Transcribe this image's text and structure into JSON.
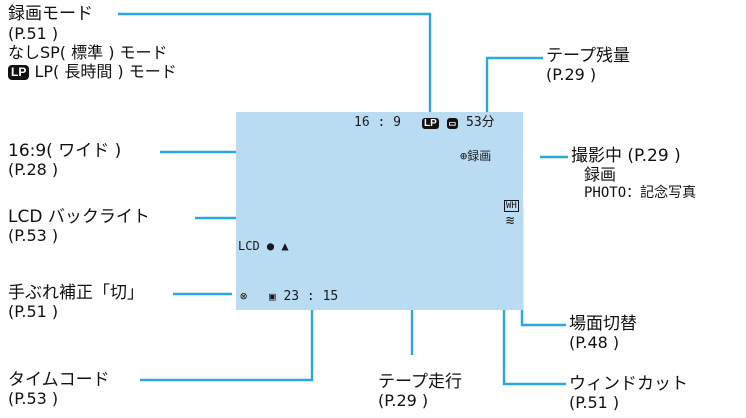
{
  "colors": {
    "accent": "#29a8e0",
    "screen": "#b9dcf3",
    "text": "#111111"
  },
  "screen": {
    "aspect": "16 : 9",
    "tape_icon": "テ",
    "lp_badge": "LP",
    "tape_remaining": "53分",
    "rec_indicator": "録画",
    "scene_badge": "WH",
    "wind_icon": "≋",
    "lcd_backlight": "LCD ● ▲",
    "stabilizer_icon": "⊗",
    "timecode": "23 : 15"
  },
  "callouts": {
    "rec_mode": {
      "title": "録画モード",
      "page": "(P.51 )",
      "line1": "なしSP( 標準 ) モード",
      "badge": "LP",
      "line2": "LP( 長時間 ) モード"
    },
    "aspect": {
      "title": "16:9( ワイド )",
      "page": "(P.28 )"
    },
    "lcd": {
      "title": "LCD バックライト",
      "page": "(P.53 )"
    },
    "stabilizer": {
      "title": "手ぶれ補正「切」",
      "page": "(P.51 )"
    },
    "timecode": {
      "title": "タイムコード",
      "page": "(P.53 )"
    },
    "tape_remaining": {
      "title": "テープ残量",
      "page": "(P.29 )"
    },
    "recording": {
      "title": "撮影中 (P.29 )",
      "line1": "録画",
      "line2": "PHOTO：記念写真"
    },
    "scene": {
      "title": "場面切替",
      "page": "(P.48 )"
    },
    "tape_run": {
      "title": "テープ走行",
      "page": "(P.29 )"
    },
    "wind_cut": {
      "title": "ウィンドカット",
      "page": "(P.51 )"
    }
  }
}
